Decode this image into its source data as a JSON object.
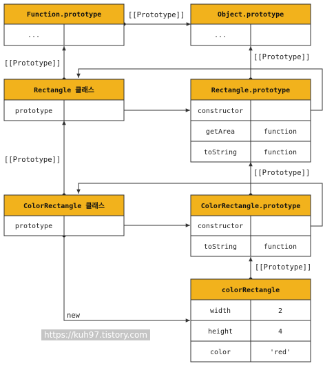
{
  "colors": {
    "header": "#f2b21c",
    "border": "#333333",
    "line": "#333333"
  },
  "boxes": {
    "function_prototype": {
      "title": "Function.prototype",
      "rows": [
        [
          "...",
          ""
        ]
      ]
    },
    "object_prototype": {
      "title": "Object.prototype",
      "rows": [
        [
          "...",
          ""
        ]
      ]
    },
    "rectangle_class": {
      "title": "Rectangle 클래스",
      "rows": [
        [
          "prototype",
          ""
        ]
      ]
    },
    "rectangle_prototype": {
      "title": "Rectangle.prototype",
      "rows": [
        [
          "constructor",
          ""
        ],
        [
          "getArea",
          "function"
        ],
        [
          "toString",
          "function"
        ]
      ]
    },
    "colorrectangle_class": {
      "title": "ColorRectangle 클래스",
      "rows": [
        [
          "prototype",
          ""
        ]
      ]
    },
    "colorrectangle_prototype": {
      "title": "ColorRectangle.prototype",
      "rows": [
        [
          "constructor",
          ""
        ],
        [
          "toString",
          "function"
        ]
      ]
    },
    "color_rectangle": {
      "title": "colorRectangle",
      "rows": [
        [
          "width",
          "2"
        ],
        [
          "height",
          "4"
        ],
        [
          "color",
          "'red'"
        ]
      ]
    }
  },
  "edge_labels": {
    "proto_fn_to_obj": "[[Prototype]]",
    "proto_rect_class": "[[Prototype]]",
    "proto_rect_proto": "[[Prototype]]",
    "proto_crect_class": "[[Prototype]]",
    "proto_crect_proto": "[[Prototype]]",
    "proto_instance": "[[Prototype]]",
    "new_label": "new"
  },
  "watermark": "https://kuh97.tistory.com"
}
